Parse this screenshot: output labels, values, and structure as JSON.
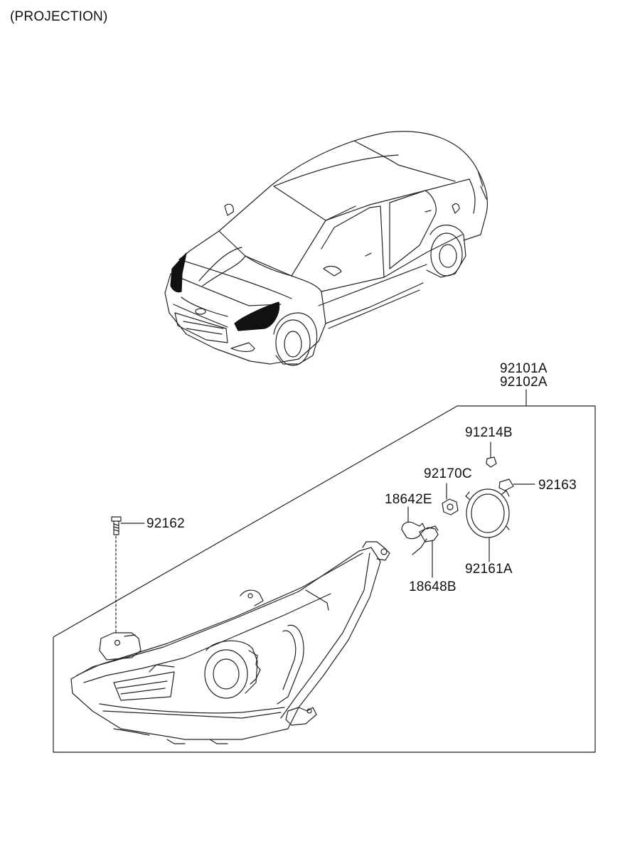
{
  "header": {
    "title": "(PROJECTION)"
  },
  "parts": {
    "p92101A": "92101A",
    "p92102A": "92102A",
    "p91214B": "91214B",
    "p92170C": "92170C",
    "p92163": "92163",
    "p18642E": "18642E",
    "p92162": "92162",
    "p92161A": "92161A",
    "p18648B": "18648B"
  }
}
